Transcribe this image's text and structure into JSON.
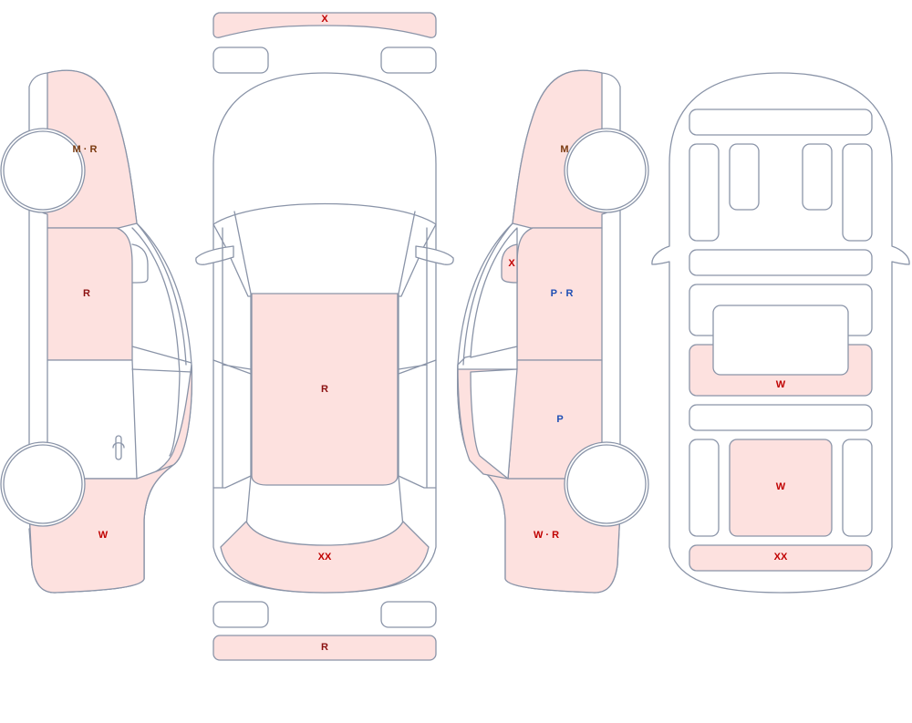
{
  "colors": {
    "damage_fill": "#fde1df",
    "outline": "#8a94a8",
    "red": "#c00000",
    "brown": "#7a3a10",
    "blue": "#1f4fb4"
  },
  "labels": {
    "front_bumper": "X",
    "front_hood_roof": "R",
    "rear_windshield": "XX",
    "rear_bumper": "R",
    "left_front_fender": "M · R",
    "left_front_door": "R",
    "left_rear_quarter": "W",
    "right_front_fender": "M",
    "right_mirror": "X",
    "right_front_door": "P · R",
    "right_rear_door": "P",
    "right_rear_quarter": "W · R",
    "under_panel_1": "W",
    "under_panel_2": "W",
    "under_panel_3": "XX"
  }
}
